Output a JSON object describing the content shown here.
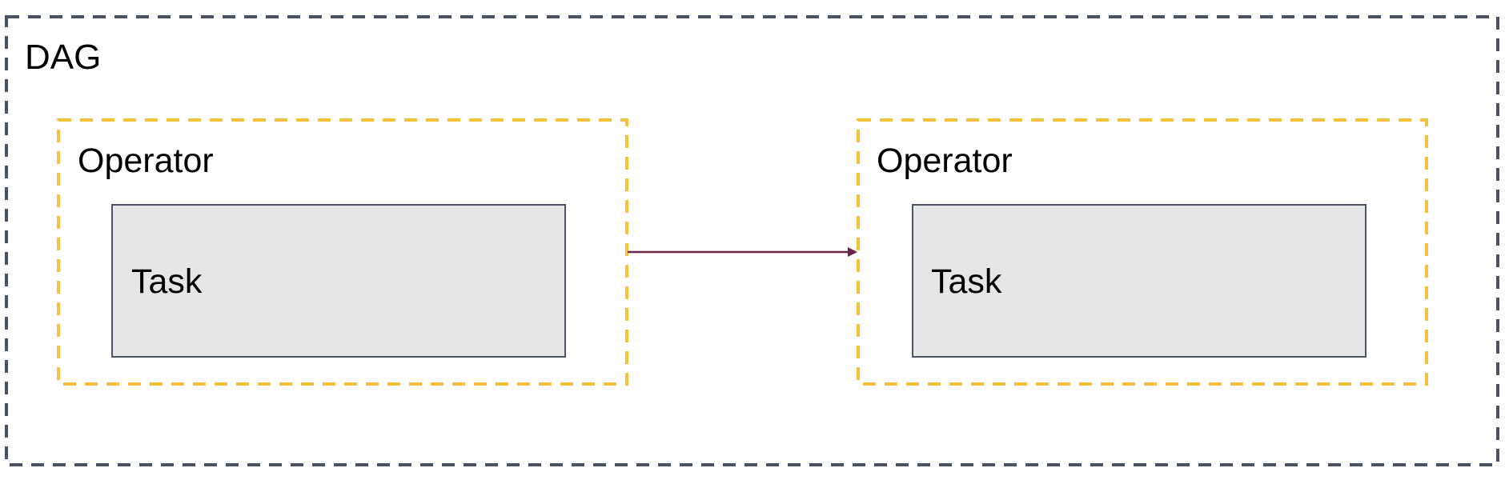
{
  "diagram": {
    "dag": {
      "title": "DAG",
      "border_color": "#4a5364"
    },
    "operators": [
      {
        "title": "Operator",
        "border_color": "#f3c13a",
        "task": {
          "label": "Task",
          "fill_color": "#e6e6e6",
          "border_color": "#4a5364"
        }
      },
      {
        "title": "Operator",
        "border_color": "#f3c13a",
        "task": {
          "label": "Task",
          "fill_color": "#e6e6e6",
          "border_color": "#4a5364"
        }
      }
    ],
    "edge": {
      "from": "operator-1",
      "to": "operator-2",
      "color": "#6d2345"
    }
  }
}
